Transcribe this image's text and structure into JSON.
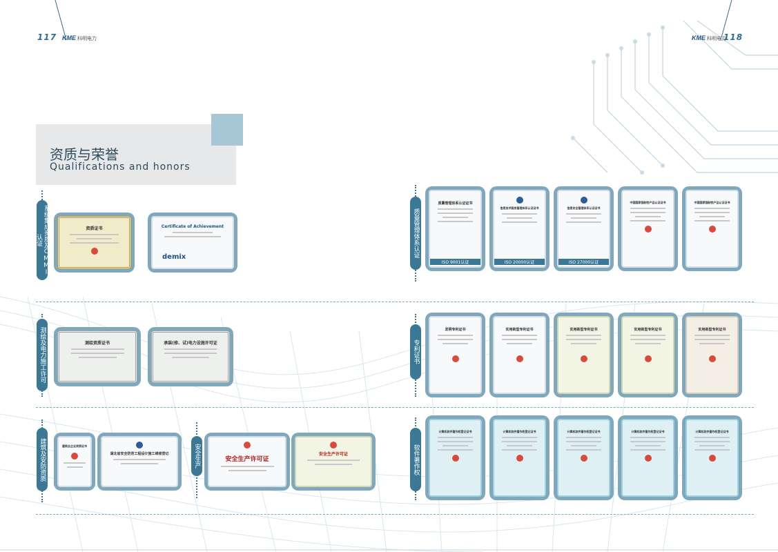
{
  "header": {
    "left_page_number": "117",
    "right_page_number": "118",
    "logo_mark": "KME",
    "logo_text": "科明电力",
    "title": "资质与荣誉",
    "subtitle": "Qualifications and honors"
  },
  "sections": {
    "cmmi": "系统集成资质及CMMI认证",
    "survey": "测绘及电力施工许可",
    "construction": "建筑及安防资质",
    "safety": "安全生产",
    "quality": "质量管理体系认证",
    "patent": "专利证书",
    "software": "软件著作权"
  },
  "certificates": {
    "sys_integration": {
      "title": "资质证书"
    },
    "cmmi": {
      "title": "Certificate of Achievement",
      "brand": "demix"
    },
    "survey": {
      "title": "测绘资质证书"
    },
    "power": {
      "title": "承装(修、试)电力设施许可证"
    },
    "building_small": {
      "title": "建筑业企业资质证书"
    },
    "security": {
      "title": "湖北省安全防范工程设计施工维修登记"
    },
    "safety_license": {
      "title": "安全生产许可证"
    },
    "safety_license2": {
      "title": "安全生产许可证"
    },
    "iso9001": {
      "title": "质量管理体系认证证书",
      "caption": "ISO 9001认证"
    },
    "iso20000": {
      "title": "信息技术服务管理体系认证证书",
      "caption": "ISO 20000认证"
    },
    "iso27000": {
      "title": "信息安全管理体系认证证书",
      "caption": "ISO 27000认证"
    },
    "ccc1": {
      "title": "中国国家强制性产品认证证书"
    },
    "ccc2": {
      "title": "中国国家强制性产品认证证书"
    },
    "patent1": {
      "title": "发明专利证书"
    },
    "patent2": {
      "title": "实用新型专利证书"
    },
    "patent3": {
      "title": "实用新型专利证书"
    },
    "patent4": {
      "title": "实用新型专利证书"
    },
    "patent5": {
      "title": "实用新型专利证书"
    },
    "sw1": {
      "title": "计算机软件著作权登记证书"
    },
    "sw2": {
      "title": "计算机软件著作权登记证书"
    },
    "sw3": {
      "title": "计算机软件著作权登记证书"
    },
    "sw4": {
      "title": "计算机软件著作权登记证书"
    },
    "sw5": {
      "title": "计算机软件著作权登记证书"
    }
  },
  "colors": {
    "accent": "#3a7896",
    "frame": "#7fa8bd",
    "header_box": "#e6e8ea",
    "header_accent": "#a7c7d6"
  },
  "icons": {
    "logo": "kme-logo-icon",
    "seal": "red-seal-icon"
  }
}
